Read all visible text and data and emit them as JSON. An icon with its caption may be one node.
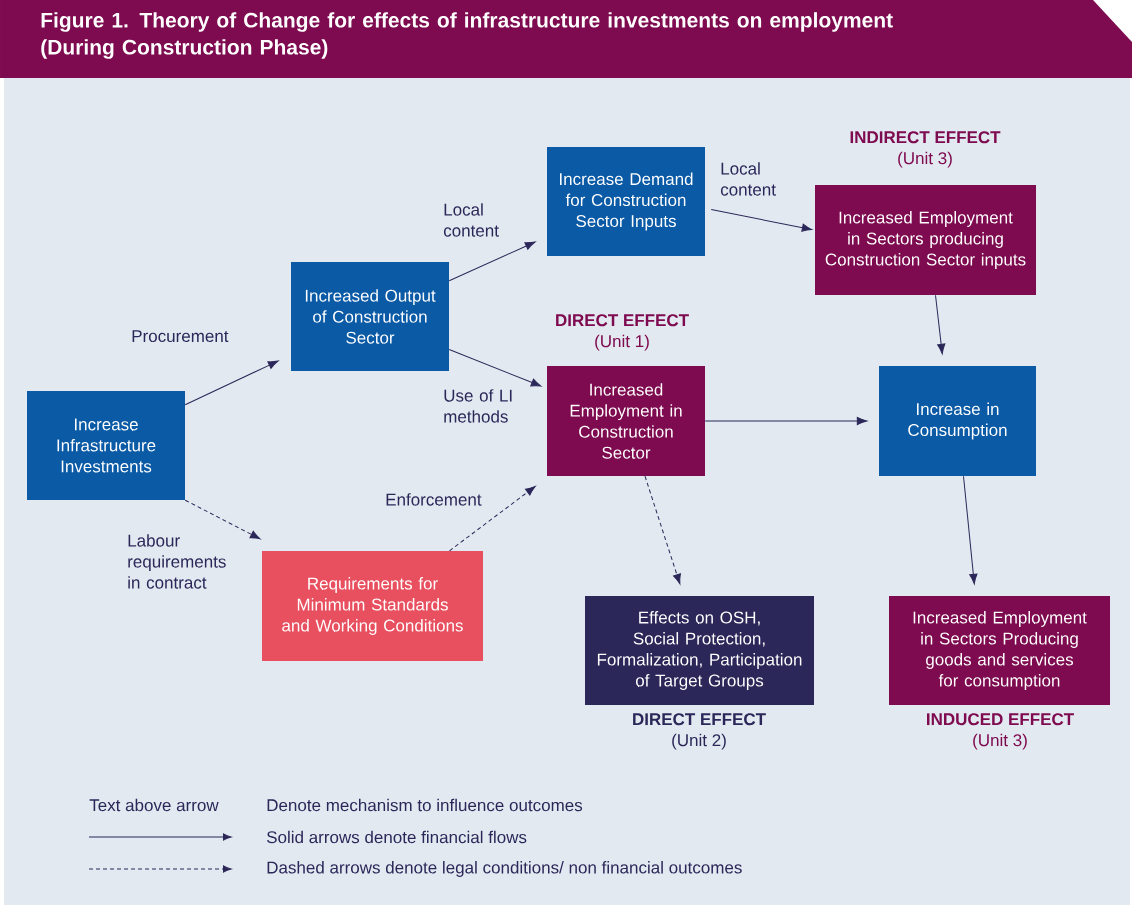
{
  "diagram": {
    "title": "Figure 1. Theory of Change for effects of infrastructure investments on employment (During Construction Phase)",
    "nodes": [
      {
        "text": [
          "Increase Infrastructure Investments"
        ]
      },
      {
        "text": [
          "Increased Output of Construction Sector"
        ]
      },
      {
        "text": [
          "Increase Demand for Construction Sector Inputs"
        ]
      },
      {
        "text": [
          "Increased Employment in Sectors producing Construction Sector inputs"
        ],
        "beside": [
          "INDIRECT EFFECT",
          "(Unit 3)"
        ]
      },
      {
        "text": [
          "Increased Employment in Construction Sector"
        ],
        "beside": [
          "DIRECT EFFECT",
          "(Unit 1)"
        ]
      },
      {
        "text": [
          "Increase in Consumption"
        ]
      },
      {
        "text": [
          "Requirements for Minimum Standards and Working Conditions"
        ]
      },
      {
        "text": [
          "Effects on OSH, Social Protection, Formalization, Participation of Target Groups"
        ],
        "beside": [
          "DIRECT EFFECT",
          "(Unit 2)"
        ]
      },
      {
        "text": [
          "Increased Employment in Sectors Producing goods and services for consumption"
        ],
        "beside": [
          "INDUCED EFFECT",
          "(Unit 3)"
        ]
      }
    ],
    "edges": [
      {
        "from": 0,
        "to": 1,
        "arrow": "to",
        "label": "Procurement"
      },
      {
        "from": 1,
        "to": 2,
        "arrow": "to",
        "label": "Local content"
      },
      {
        "from": 2,
        "to": 3,
        "arrow": "to",
        "label": "Local content"
      },
      {
        "from": 1,
        "to": 4,
        "arrow": "to",
        "label": "Use of LI methods"
      },
      {
        "from": 4,
        "to": 5,
        "arrow": "to"
      },
      {
        "from": 3,
        "to": 5,
        "arrow": "to"
      },
      {
        "from": 5,
        "to": 8,
        "arrow": "to"
      },
      {
        "from": 0,
        "to": 6,
        "arrow": "to",
        "label": "Labour requirements in contract",
        "style": "dashed"
      },
      {
        "from": 6,
        "to": 4,
        "arrow": "to",
        "label": "Enforcement",
        "style": "dashed"
      },
      {
        "from": 4,
        "to": 7,
        "arrow": "to",
        "style": "dashed"
      }
    ],
    "labels": [
      "Text above arrow"
    ],
    "legend": [
      {
        "text": "Denote mechanism to influence outcomes"
      },
      {
        "text": "Solid arrows denote financial flows"
      },
      {
        "text": "Dashed  arrows denote legal conditions/ non financial outcomes"
      }
    ]
  }
}
